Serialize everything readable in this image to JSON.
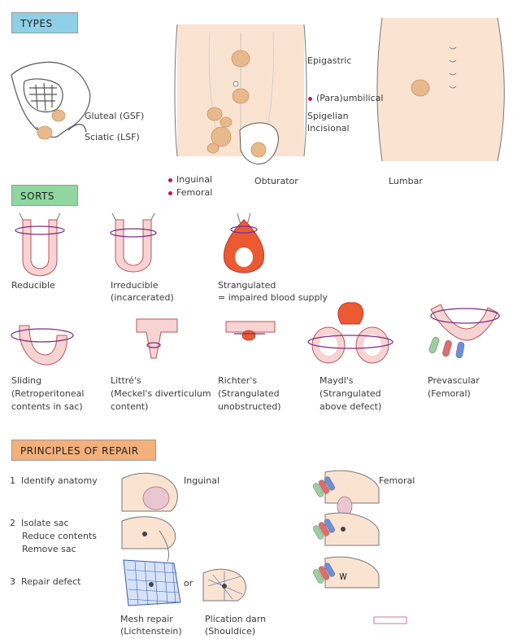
{
  "sections": {
    "types": {
      "title": "TYPES",
      "color": "#8fd0e8"
    },
    "sorts": {
      "title": "SORTS",
      "color": "#8fd6a0"
    },
    "repair": {
      "title": "PRINCIPLES OF REPAIR",
      "color": "#f4b07a"
    }
  },
  "types": {
    "gluteal": "Gluteal (GSF)",
    "sciatic": "Sciatic (LSF)",
    "epigastric": "Epigastric",
    "paraumbilical": "(Para)umbilical",
    "spigelian": "Spigelian",
    "incisional": "Incisional",
    "inguinal": "Inguinal",
    "femoral": "Femoral",
    "obturator": "Obturator",
    "lumbar": "Lumbar"
  },
  "sorts": {
    "reducible": "Reducible",
    "irreducible_1": "Irreducible",
    "irreducible_2": "(incarcerated)",
    "strangulated_1": "Strangulated",
    "strangulated_2": "= impaired blood supply",
    "sliding_1": "Sliding",
    "sliding_2": "(Retroperitoneal",
    "sliding_3": "contents in sac)",
    "littre_1": "Littré's",
    "littre_2": "(Meckel's diverticulum",
    "littre_3": "content)",
    "richter_1": "Richter's",
    "richter_2": "(Strangulated",
    "richter_3": "unobstructed)",
    "maydl_1": "Maydl's",
    "maydl_2": "(Strangulated",
    "maydl_3": "above defect)",
    "prevascular_1": "Prevascular",
    "prevascular_2": "(Femoral)"
  },
  "repair": {
    "step1": "1  Identify anatomy",
    "step2_1": "2  Isolate sac",
    "step2_2": "Reduce contents",
    "step2_3": "Remove sac",
    "step3": "3  Repair defect",
    "inguinal": "Inguinal",
    "femoral": "Femoral",
    "or": "or",
    "mesh_1": "Mesh repair",
    "mesh_2": "(Lichtenstein)",
    "darn_1": "Plication darn",
    "darn_2": "(Shouldice)"
  },
  "colors": {
    "skin": "#fbe3d2",
    "hernia": "#e8b98c",
    "bowel": "#f8d3d3",
    "strangulated": "#ec5a33",
    "ring": "#7b2e86",
    "dot": "#c2174a"
  }
}
